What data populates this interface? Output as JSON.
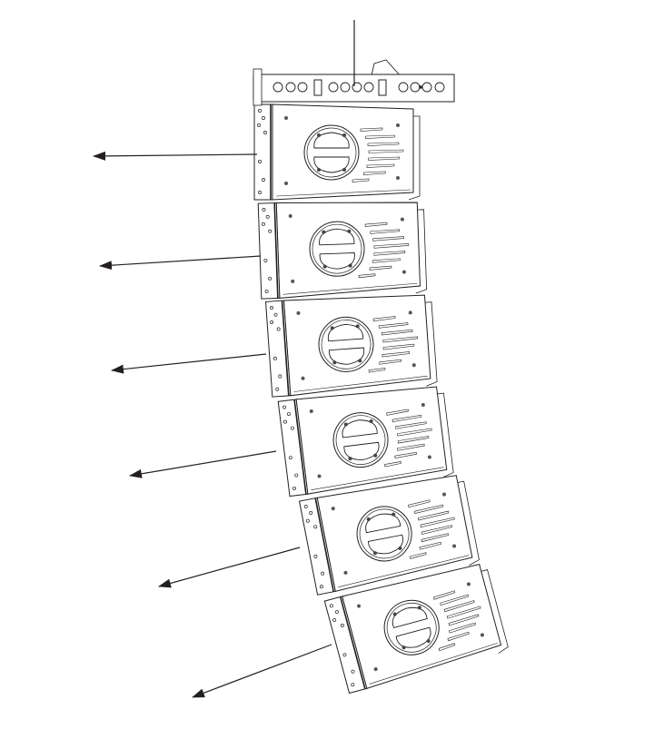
{
  "diagram": {
    "cabinets": [
      {
        "index": 1,
        "splay_deg": 0
      },
      {
        "index": 2,
        "splay_deg": -2
      },
      {
        "index": 3,
        "splay_deg": -4
      },
      {
        "index": 4,
        "splay_deg": -7
      },
      {
        "index": 5,
        "splay_deg": -11
      },
      {
        "index": 6,
        "splay_deg": -15
      }
    ],
    "colors": {
      "stroke": "#231f20",
      "fill": "#ffffff"
    }
  }
}
